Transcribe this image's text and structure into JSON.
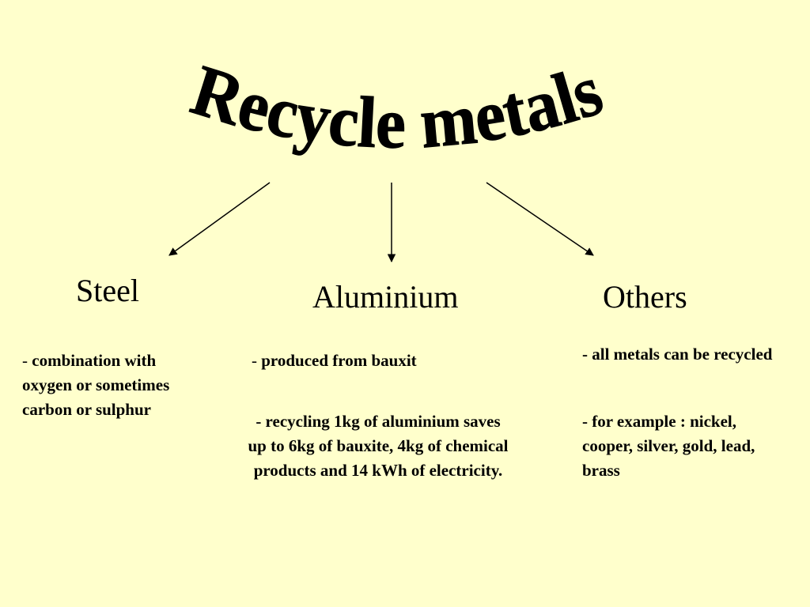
{
  "title": "Recycle metals",
  "branches": [
    {
      "heading": "Steel",
      "notes": [
        {
          "dash": "- ",
          "text": "combination with oxygen or sometimes carbon or sulphur"
        }
      ]
    },
    {
      "heading": "Aluminium",
      "notes": [
        {
          "dash": "- ",
          "text": "produced from bauxit"
        },
        {
          "dash": "",
          "text": "- recycling 1kg of aluminium saves up to 6kg of bauxite, 4kg of chemical products and 14 kWh of electricity."
        }
      ]
    },
    {
      "heading": "Others",
      "notes": [
        {
          "dash": "",
          "text": "- all metals can be recycled"
        },
        {
          "dash": "",
          "text": "- for example : nickel, cooper, silver, gold, lead, brass"
        }
      ]
    }
  ],
  "colors": {
    "background": "#ffffcc",
    "text": "#000000"
  }
}
